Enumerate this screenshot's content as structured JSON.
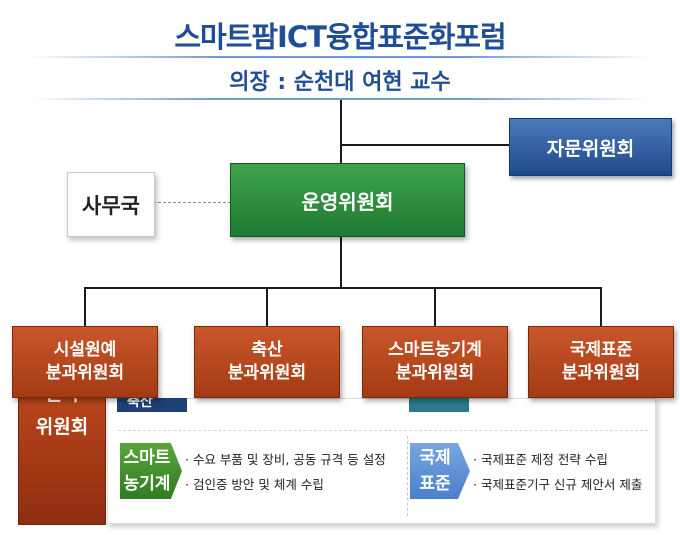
{
  "header": {
    "title": "스마트팜ICT융합표준화포럼",
    "chair": "의장 : 순천대 여현 교수"
  },
  "nodes": {
    "advisory": "자문위원회",
    "steering": "운영위원회",
    "secretariat": "사무국"
  },
  "subcommittees": [
    {
      "line1": "시설원예",
      "line2": "분과위원회"
    },
    {
      "line1": "축산",
      "line2": "분과위원회"
    },
    {
      "line1": "스마트농기계",
      "line2": "분과위원회"
    },
    {
      "line1": "국제표준",
      "line2": "분과위원회"
    }
  ],
  "behind": {
    "left_label_top": "전략",
    "left_label": "위원회",
    "row1_left_chip": "축산"
  },
  "details": {
    "machinery": {
      "chip_line1": "스마트",
      "chip_line2": "농기계",
      "items": [
        "· 수요 부품 및 장비, 공동 규격 등 설정",
        "· 검인증 방안 및 체계 수립"
      ]
    },
    "intl": {
      "chip_line1": "국제",
      "chip_line2": "표준",
      "items": [
        "· 국제표준 제정 전략 수립",
        "· 국제표준기구 신규 제안서 제출"
      ]
    }
  },
  "colors": {
    "title": "#1f4e96",
    "advisory": "#1f4a8a",
    "steering": "#1f7a31",
    "subcommittee": "#b4461c",
    "machinery_chip": "#3e8a2a",
    "intl_chip": "#5b8fd6"
  }
}
